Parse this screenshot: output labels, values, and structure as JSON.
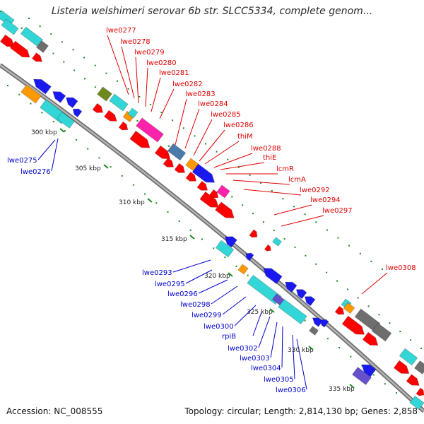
{
  "header": {
    "title": "Listeria welshimeri serovar 6b str. SLCC5334, complete genom..."
  },
  "footer": {
    "accession": "Accession: NC_008555",
    "topology": "Topology: circular; Length: 2,814,130 bp; Genes: 2,858"
  },
  "colors": {
    "backbone": "#8a8a8a",
    "tick": "#1c8a1c",
    "forward_label": "#dd0000",
    "reverse_label": "#0000cc",
    "cds_red": "#ff0000",
    "gene_cyan": "#33d6d6",
    "gene_blue": "#1a1af0",
    "gene_orange": "#ff9900",
    "gene_gray": "#6e6e6e",
    "gene_olive": "#6e8a1e",
    "gene_magenta": "#ff22aa",
    "gene_steel": "#4a7aaa",
    "gene_purple": "#6650cc"
  },
  "ruler": [
    "300 kbp",
    "305 kbp",
    "310 kbp",
    "315 kbp",
    "320 kbp",
    "325 kbp",
    "330 kbp",
    "335 kbp"
  ],
  "forward_labels": [
    "lwe0277",
    "lwe0278",
    "lwe0279",
    "lwe0280",
    "lwe0281",
    "lwe0282",
    "lwe0283",
    "lwe0284",
    "lwe0285",
    "lwe0286",
    "thiM",
    "lwe0288",
    "thiE",
    "lcmR",
    "lcmA",
    "lwe0292",
    "lwe0294",
    "lwe0297",
    "lwe0308"
  ],
  "reverse_labels": [
    "lwe0275",
    "lwe0276",
    "lwe0293",
    "lwe0295",
    "lwe0296",
    "lwe0298",
    "lwe0299",
    "lwe0300",
    "rpiB",
    "lwe0302",
    "lwe0303",
    "lwe0304",
    "lwe0305",
    "lwe0306"
  ]
}
